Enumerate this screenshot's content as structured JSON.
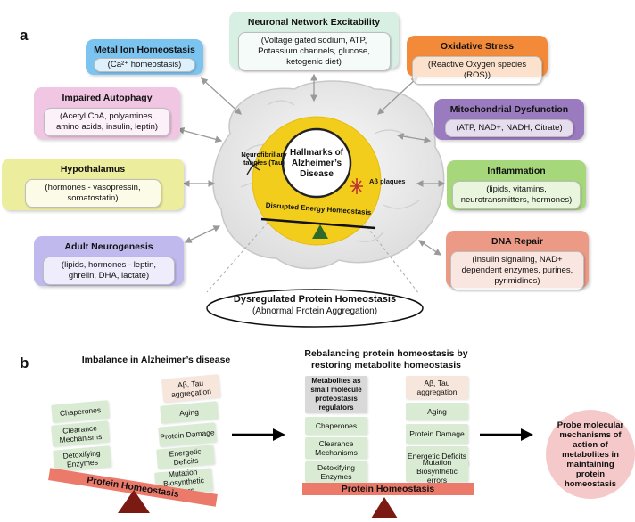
{
  "panel_a": {
    "label": "a",
    "center": {
      "title": "Hallmarks of Alzheimer’s Disease",
      "arc_label": "Disrupted Energy Homeostasis",
      "tau_label": "Neurofibrillary tangles (Tau)",
      "abeta_label": "Aβ plaques"
    },
    "boxes": {
      "neuronal": {
        "title": "Neuronal Network Excitability",
        "detail": "(Voltage gated sodium, ATP, Potassium channels, glucose, ketogenic diet)",
        "color": "#d8f0e4"
      },
      "metal": {
        "title": "Metal Ion Homeostasis",
        "detail": "(Ca²⁺ homeostasis)",
        "color": "#7cc4f0"
      },
      "oxidative": {
        "title": "Oxidative Stress",
        "detail": "(Reactive Oxygen species (ROS))",
        "color": "#f28a3a"
      },
      "autophagy": {
        "title": "Impaired Autophagy",
        "detail": "(Acetyl CoA, polyamines, amino acids, insulin, leptin)",
        "color": "#f1c6e3"
      },
      "mito": {
        "title": "Mitochondrial Dysfunction",
        "detail": "(ATP, NAD+, NADH, Citrate)",
        "color": "#9b7bbf"
      },
      "hypothalamus": {
        "title": "Hypothalamus",
        "detail": "(hormones - vasopressin, somatostatin)",
        "color": "#eded9e"
      },
      "inflammation": {
        "title": "Inflammation",
        "detail": "(lipids, vitamins, neurotransmitters, hormones)",
        "color": "#a6d77a"
      },
      "neurogenesis": {
        "title": "Adult Neurogenesis",
        "detail": "(lipids, hormones - leptin, ghrelin, DHA, lactate)",
        "color": "#bfb9ee"
      },
      "dna": {
        "title": "DNA Repair",
        "detail": "(insulin signaling, NAD+ dependent enzymes, purines, pyrimidines)",
        "color": "#ec9a86"
      }
    },
    "protein": {
      "title": "Dysregulated Protein Homeostasis",
      "subtitle": "(Abnormal Protein Aggregation)"
    }
  },
  "panel_b": {
    "label": "b",
    "left": {
      "heading": "Imbalance in Alzheimer’s disease",
      "left_stack": [
        "Chaperones",
        "Clearance Mechanisms",
        "Detoxifying Enzymes"
      ],
      "right_stack": [
        "Aβ, Tau aggregation",
        "Aging",
        "Protein Damage",
        "Energetic Deficits",
        "Mutation Biosynthetic errors"
      ],
      "beam": "Protein Homeostasis"
    },
    "middle": {
      "heading": "Rebalancing protein homeostasis by restoring metabolite homeostasis",
      "left_stack": [
        "Metabolites as small molecule proteostasis regulators",
        "Chaperones",
        "Clearance Mechanisms",
        "Detoxifying Enzymes"
      ],
      "right_stack": [
        "Aβ, Tau aggregation",
        "Aging",
        "Protein Damage",
        "Energetic Deficits",
        "Mutation Biosynthetic errors"
      ],
      "beam": "Protein Homeostasis"
    },
    "probe": "Probe molecular mechanisms of action of metabolites in maintaining protein homeostasis"
  }
}
